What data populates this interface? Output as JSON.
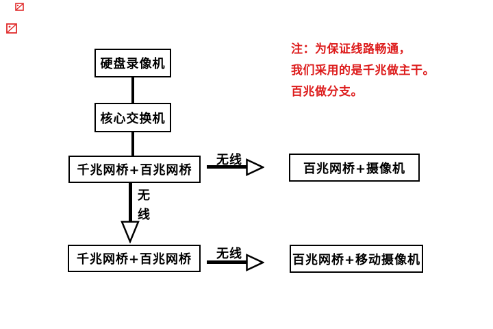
{
  "page": {
    "background": "#ffffff",
    "kind": "network-topology-flowchart"
  },
  "note": {
    "line1": "注：为保证线路畅通，",
    "line2": "我们采用的是千兆做主干。",
    "line3": "百兆做分支。",
    "color": "#dd1c1c"
  },
  "nodes": {
    "dvr": "硬盘录像机",
    "core_switch": "核心交换机",
    "bridge_pair_top": "千兆网桥+百兆网桥",
    "camera_branch": "百兆网桥+摄像机",
    "bridge_pair_bottom": "千兆网桥+百兆网桥",
    "mobile_camera_branch": "百兆网桥+移动摄像机"
  },
  "edges": {
    "top_horizontal_label": "无线",
    "vertical_label_char1": "无",
    "vertical_label_char2": "线",
    "bottom_horizontal_label": "无线"
  },
  "colors": {
    "line": "#000000",
    "box_border": "#000000",
    "box_fill": "#ffffff",
    "note_red": "#dd1c1c",
    "placeholder_red": "#e02b2b"
  },
  "icons": {
    "broken_image": "broken-image-placeholder"
  }
}
